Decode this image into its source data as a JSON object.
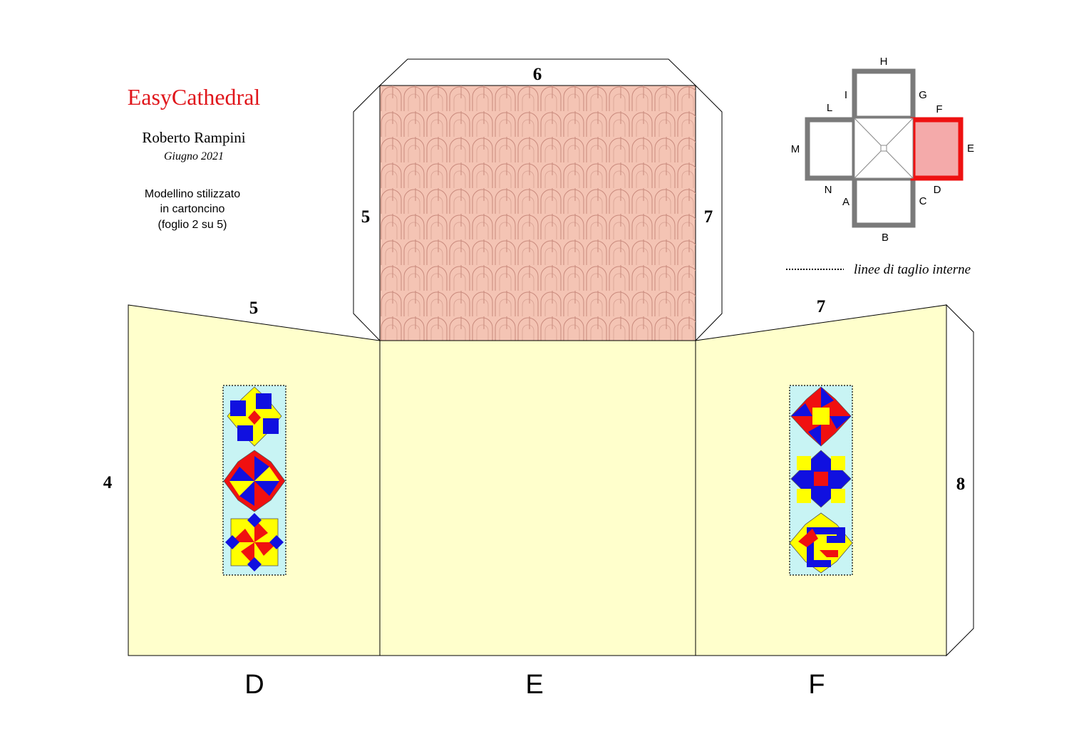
{
  "header": {
    "brand": "EasyCathedral",
    "author": "Roberto Rampini",
    "date": "Giugno 2021",
    "description": [
      "Modellino stilizzato",
      "in cartoncino",
      "(foglio 2 su 5)"
    ]
  },
  "edge_numbers": {
    "top_flap": "6",
    "left_flap": "5",
    "right_flap": "7",
    "left_top": "5",
    "right_top": "7",
    "left_side": "4",
    "right_side": "8"
  },
  "panel_labels": {
    "left": "D",
    "center": "E",
    "right": "F"
  },
  "key_map": {
    "letters": {
      "H": "H",
      "I": "I",
      "G": "G",
      "L": "L",
      "F": "F",
      "M": "M",
      "E": "E",
      "N": "N",
      "D": "D",
      "A": "A",
      "C": "C",
      "B": "B"
    },
    "legend": "linee di taglio interne"
  },
  "colors": {
    "brand": "#e0161b",
    "roof": "#f4c4b4",
    "wall": "#ffffcc",
    "window_bg": "#c8f4f4",
    "red": "#f01010",
    "blue": "#1010e0",
    "yellow": "#ffff00",
    "key_gray": "#7a7a7a",
    "key_red": "#ee1111",
    "key_pink": "#f4aaaa"
  }
}
